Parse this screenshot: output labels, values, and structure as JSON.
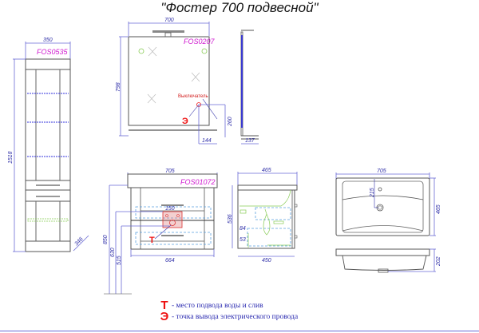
{
  "title": "\"Фостер 700 подвесной\"",
  "colors": {
    "dimension": "#2f2fa8",
    "code": "#d01ad0",
    "marker": "#ee1111",
    "outline": "#555555",
    "shelf_blue": "#3333dd",
    "hint_green": "#88cc55",
    "hidden_blue": "#5aa0e0"
  },
  "pencil_case": {
    "code": "FOS0535",
    "width": "350",
    "height": "1518",
    "depth": "346"
  },
  "mirror": {
    "code": "FOS0207",
    "width": "700",
    "height": "798",
    "switch_label": "Выключатель",
    "switch_height": "260",
    "switch_offset": "144",
    "marker": "Э"
  },
  "mirror_side": {
    "depth": "137"
  },
  "vanity": {
    "code": "FOS01072",
    "top_width": "705",
    "body_width": "664",
    "install_height": "850",
    "height_630": "630",
    "height_515": "515",
    "plate_width": "150",
    "marker": "Т"
  },
  "vanity_side": {
    "top_depth": "465",
    "body_depth": "450",
    "height": "536",
    "dim_84": "84",
    "dim_53": "53"
  },
  "basin": {
    "width": "705",
    "depth": "465",
    "tap_offset": "215",
    "height": "202"
  },
  "legend": [
    {
      "symbol": "Т",
      "text": " - место подвода воды и слив"
    },
    {
      "symbol": "Э",
      "text": " - точка вывода электрического провода"
    }
  ]
}
